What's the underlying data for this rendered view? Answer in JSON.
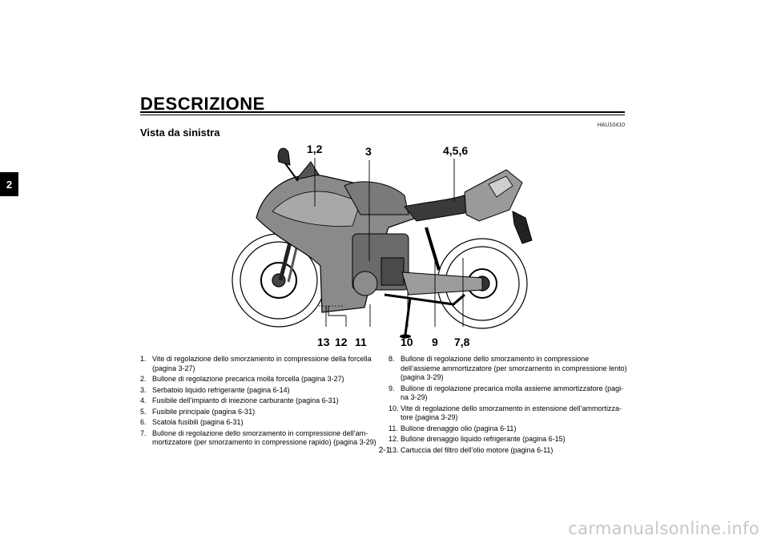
{
  "chapter_tab": "2",
  "page_title": "DESCRIZIONE",
  "doc_code": "HAU10410",
  "section_title": "Vista da sinistra",
  "callouts_top": [
    "1,2",
    "3",
    "4,5,6"
  ],
  "callouts_bottom": [
    "13",
    "12",
    "11",
    "10",
    "9",
    "7,8"
  ],
  "list_left": [
    {
      "num": "1.",
      "text": "Vite di regolazione dello smorzamento in compressione della forcella (pagina 3-27)"
    },
    {
      "num": "2.",
      "text": "Bullone di regolazione precarica molla forcella (pagina 3-27)"
    },
    {
      "num": "3.",
      "text": "Serbatoio liquido refrigerante (pagina 6-14)"
    },
    {
      "num": "4.",
      "text": "Fusibile dell’impianto di iniezione carburante (pagina 6-31)"
    },
    {
      "num": "5.",
      "text": "Fusibile principale (pagina 6-31)"
    },
    {
      "num": "6.",
      "text": "Scatola fusibili (pagina 6-31)"
    },
    {
      "num": "7.",
      "text": "Bullone di regolazione dello smorzamento in compressione dell’am- mortizzatore (per smorzamento in compressione rapido) (pagina 3-29)"
    }
  ],
  "list_right": [
    {
      "num": "8.",
      "text": "Bullone di regolazione dello smorzamento in compressione dell’assieme ammortizzatore (per smorzamento in compressione lento) (pagina 3-29)"
    },
    {
      "num": "9.",
      "text": "Bullone di regolazione precarica molla assieme ammortizzatore (pagi- na 3-29)"
    },
    {
      "num": "10.",
      "text": "Vite di regolazione dello smorzamento in estensione dell’ammortizza- tore (pagina 3-29)"
    },
    {
      "num": "11.",
      "text": "Bullone drenaggio olio (pagina 6-11)"
    },
    {
      "num": "12.",
      "text": "Bullone drenaggio liquido refrigerante (pagina 6-15)"
    },
    {
      "num": "13.",
      "text": "Cartuccia del filtro dell’olio motore (pagina 6-11)"
    }
  ],
  "page_number": "2-1",
  "watermark": "carmanualsonline.info"
}
